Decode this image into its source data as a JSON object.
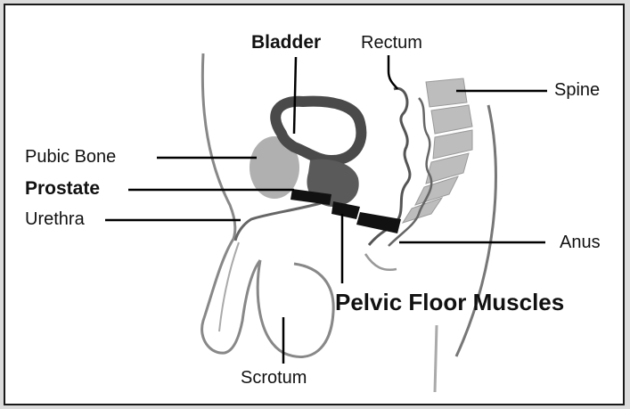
{
  "labels": {
    "bladder": "Bladder",
    "rectum": "Rectum",
    "spine": "Spine",
    "pubic_bone": "Pubic Bone",
    "prostate": "Prostate",
    "urethra": "Urethra",
    "anus": "Anus",
    "pelvic_floor": "Pelvic Floor Muscles",
    "scrotum": "Scrotum"
  },
  "colors": {
    "outline": "#555555",
    "organ_dark": "#4a4a4a",
    "organ_mid": "#9a9a9a",
    "bone": "#b8b8b8",
    "muscle": "#111111",
    "leader": "#000000"
  }
}
